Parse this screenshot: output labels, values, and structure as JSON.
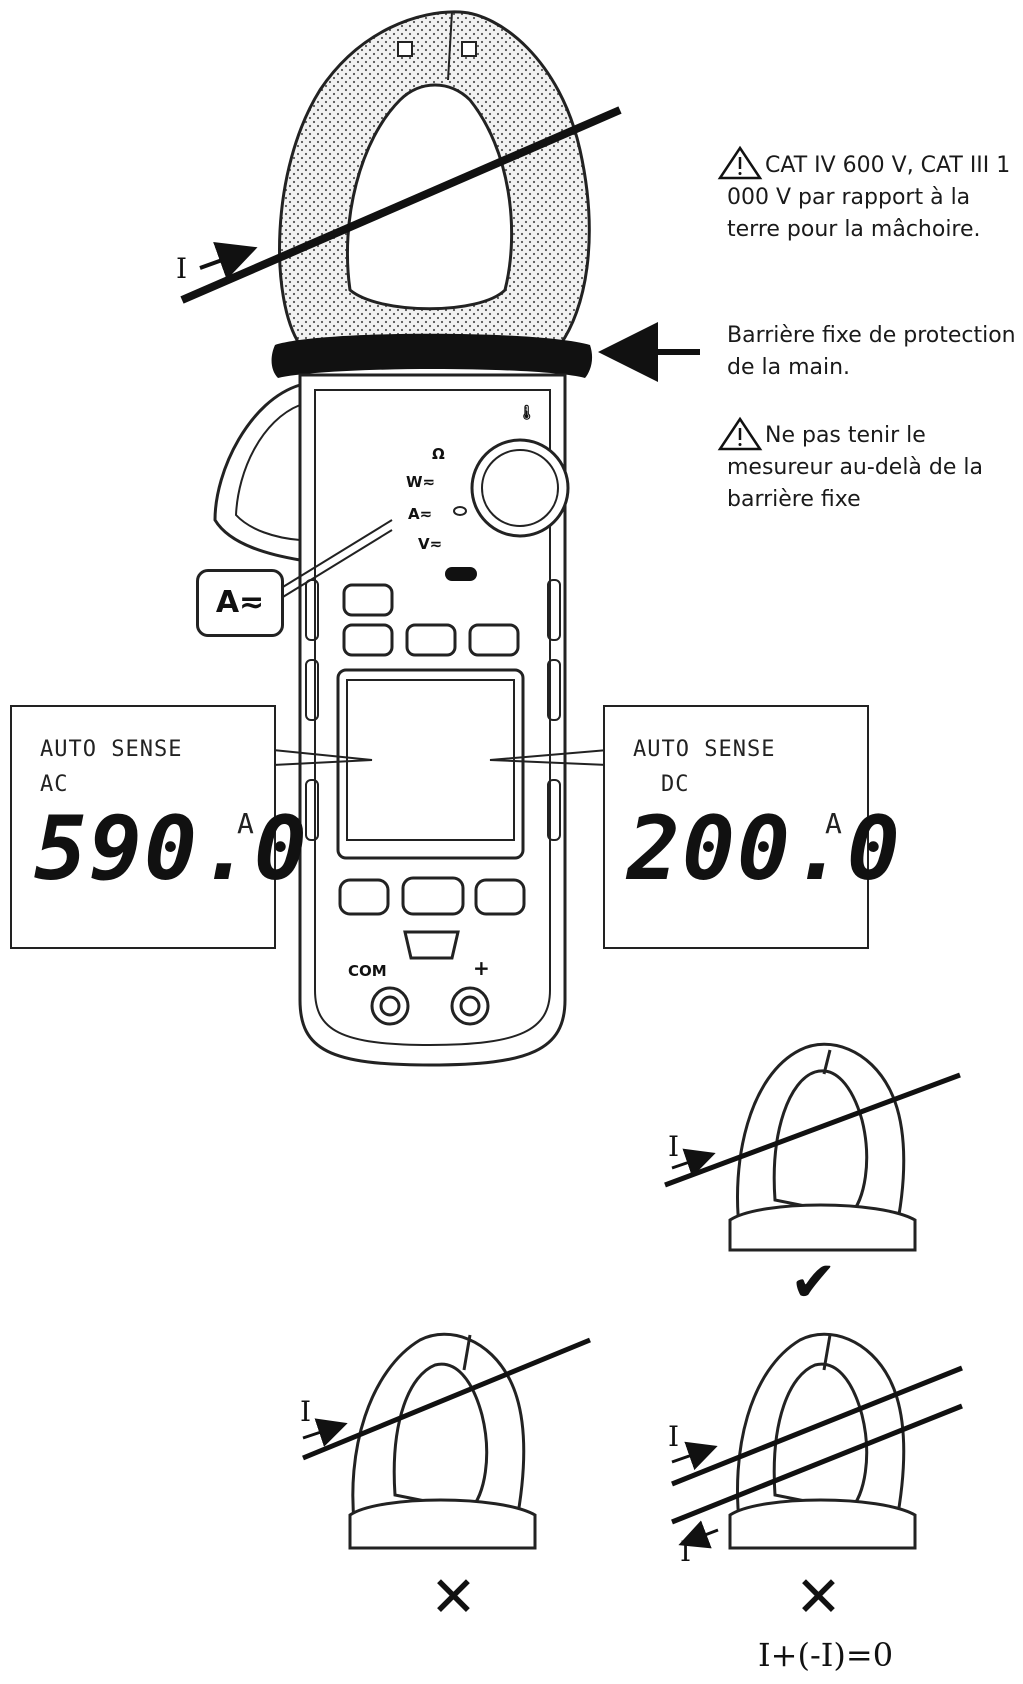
{
  "notes": {
    "jaw_rating": "CAT IV 600 V, CAT III 1 000 V par rapport à la terre pour la mâchoire.",
    "barrier": "Barrière fixe de protection de la main.",
    "hold_warning": "Ne pas tenir le mesureur au-delà de la barrière fixe"
  },
  "dial_labels": {
    "ohm": "Ω",
    "temp": "🌡",
    "w": "W≂",
    "a": "A≂",
    "v": "V≂",
    "badge": "A≂"
  },
  "terminals": {
    "com": "COM",
    "plus": "+"
  },
  "display_ac": {
    "mode": "AUTO SENSE",
    "type": "AC",
    "value": "590.0",
    "unit": "A"
  },
  "display_dc": {
    "mode": "AUTO SENSE",
    "type": "DC",
    "value": "200.0",
    "unit": "A"
  },
  "current_label": "I",
  "examples": {
    "correct_mark": "✔",
    "wrong_mark": "✕",
    "formula": "I+(-I)=0"
  },
  "colors": {
    "line": "#111111",
    "jaw_fill": "#e6e6e6"
  }
}
